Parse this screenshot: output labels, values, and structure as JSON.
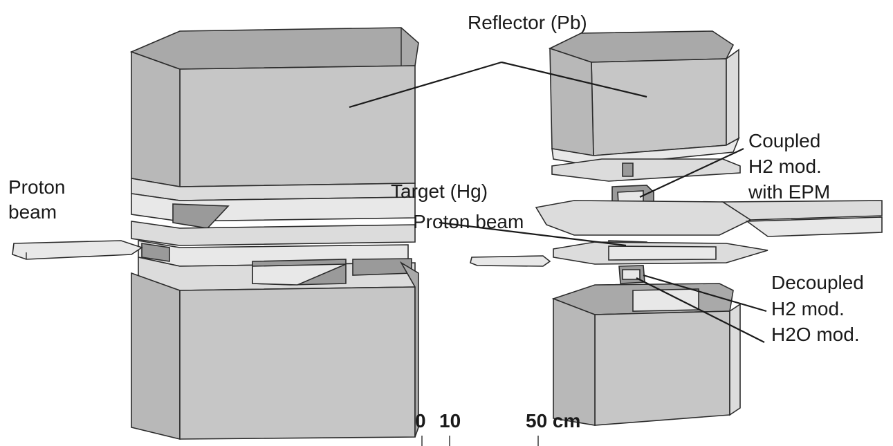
{
  "labels": {
    "reflector": "Reflector (Pb)",
    "coupled_line1": "Coupled",
    "coupled_line2": "H2 mod.",
    "coupled_line3": "with EPM",
    "proton_beam_left_line1": "Proton",
    "proton_beam_left_line2": "beam",
    "target": "Target (Hg)",
    "proton_beam_center": "Proton beam",
    "decoupled_line1": "Decoupled",
    "decoupled_line2": "H2 mod.",
    "h2o_mod": "H2O mod."
  },
  "scale_bar": {
    "tick_0": "0",
    "tick_10": "10",
    "tick_50": "50 cm"
  }
}
